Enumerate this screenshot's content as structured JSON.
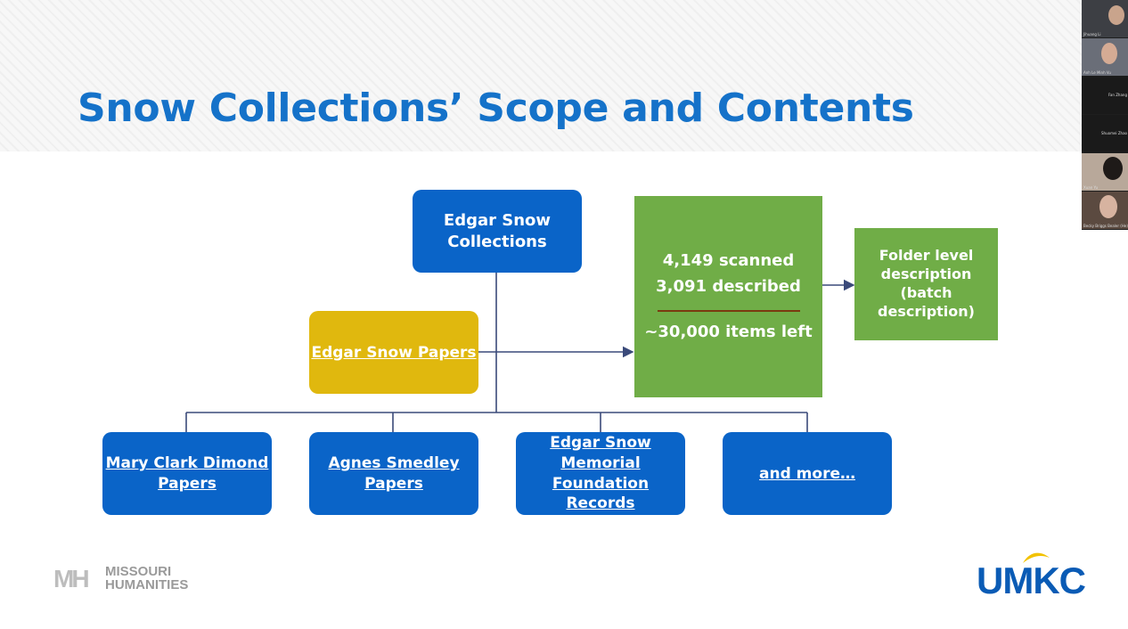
{
  "slide": {
    "title": "Snow Collections’ Scope and Contents",
    "root": "Edgar Snow\nCollections",
    "papers": "Edgar Snow Papers",
    "stats": {
      "scanned": "4,149 scanned",
      "described": "3,091 described",
      "left": "~30,000 items left"
    },
    "folder": "Folder level\ndescription\n(batch\ndescription)",
    "children": [
      "Mary Clark Dimond\nPapers",
      "Agnes Smedley\nPapers",
      "Edgar Snow\nMemorial\nFoundation Records",
      "and more…"
    ],
    "logos": {
      "missouri_mark": "MH",
      "missouri_text": "MISSOURI\nHUMANITIES",
      "umkc": "UMKC"
    },
    "colors": {
      "title": "#1572c9",
      "blue_box": "#0a64c8",
      "yellow_box": "#e0b80e",
      "green_box": "#70ad47"
    }
  },
  "participants": [
    {
      "name": "Jihuang Li",
      "label": "Jihuang Li"
    },
    {
      "name": "Anh Le Minh Vu",
      "label": "Anh Le Minh Vu"
    },
    {
      "name": "Fan Zhang",
      "label": "Fan Zhang"
    },
    {
      "name": "Shuomei Zhao",
      "label": "Shuomei Zhao"
    },
    {
      "name": "Xuan Yu",
      "label": "Xuan Yu"
    },
    {
      "name": "Becky Briggs Bealer",
      "label": "Becky Briggs Bealer (He)"
    }
  ]
}
